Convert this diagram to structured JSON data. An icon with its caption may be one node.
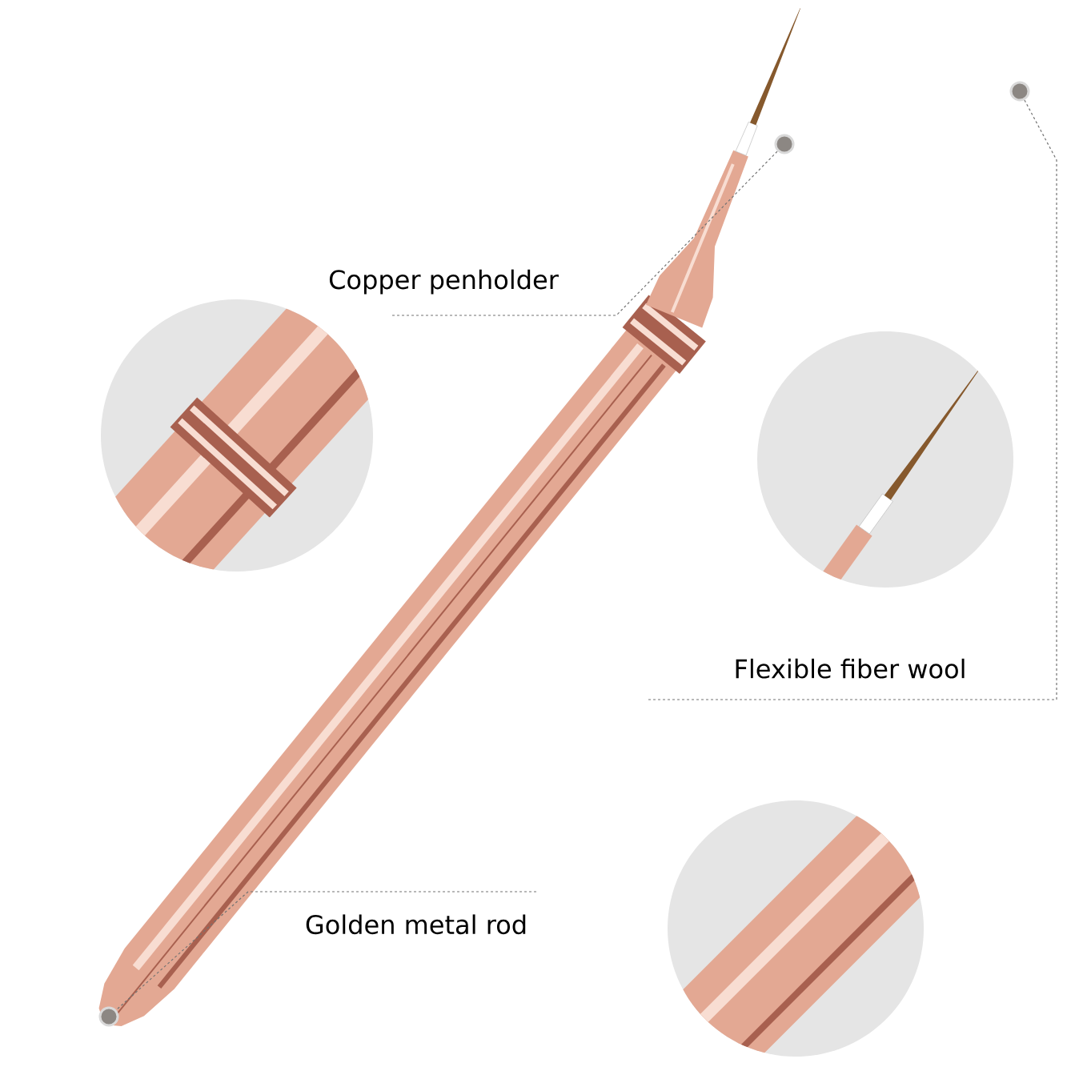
{
  "diagram": {
    "nodes": [
      {
        "text": [
          "Copper penholder"
        ]
      },
      {
        "text": [
          "Flexible fiber wool"
        ]
      },
      {
        "text": [
          "Golden metal rod"
        ]
      },
      {
        "text": [],
        "shape": "circle"
      },
      {
        "text": [],
        "shape": "circle"
      },
      {
        "text": [],
        "shape": "circle"
      }
    ],
    "edges": [
      {
        "from": 0,
        "to": 3,
        "arrow": "none",
        "style": "dashed"
      },
      {
        "from": 1,
        "to": 4,
        "arrow": "none",
        "style": "dashed"
      },
      {
        "from": 2,
        "to": 5,
        "arrow": "none",
        "style": "dashed"
      }
    ]
  }
}
